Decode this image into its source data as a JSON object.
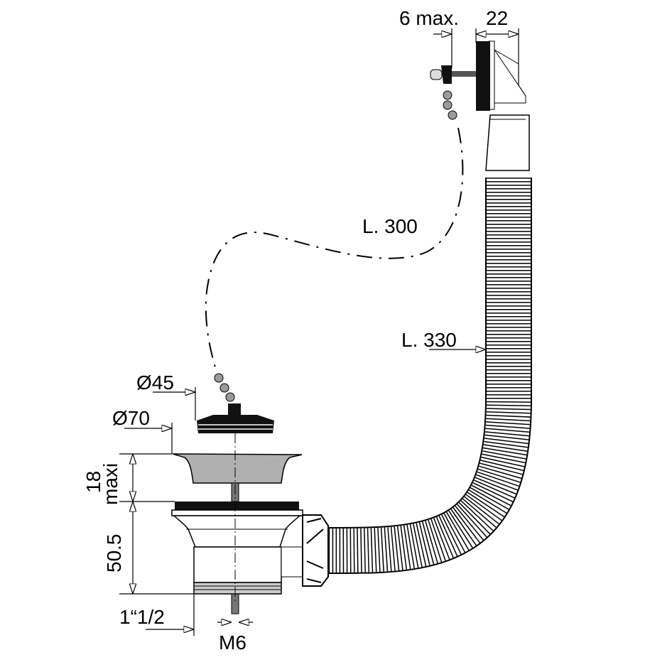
{
  "labels": {
    "overflow_max": "6 max.",
    "overflow_width": "22",
    "chain_length": "L. 300",
    "hose_length": "L. 330",
    "plug_diameter": "Ø45",
    "flange_diameter": "Ø70",
    "strainer_height": "18",
    "strainer_height_suffix": "maxi",
    "body_height": "50.5",
    "thread_size": "1“1/2",
    "screw_size": "M6"
  },
  "colors": {
    "line": "#000000",
    "fill_gray": "#b0b0b0",
    "bead": "#9a9a9a"
  }
}
